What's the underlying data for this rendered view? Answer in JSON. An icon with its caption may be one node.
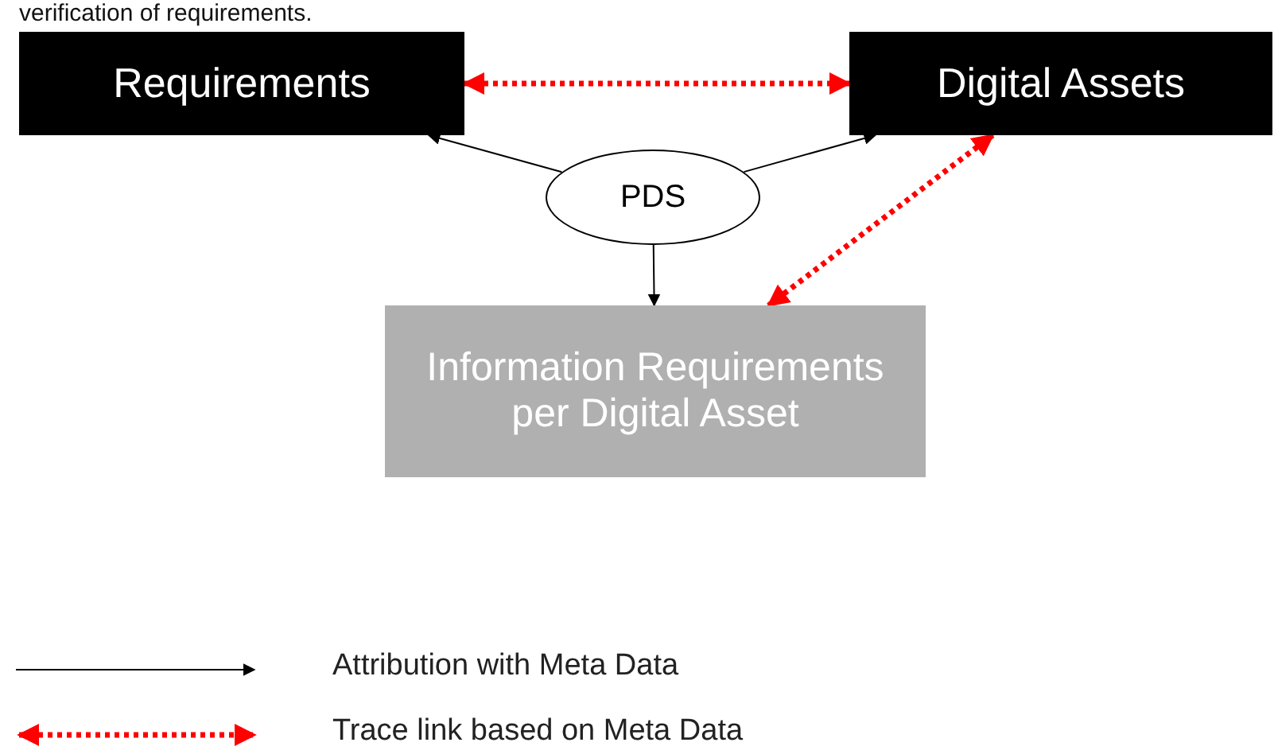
{
  "diagram": {
    "nodes": [
      {
        "text": [
          "Requirements"
        ]
      },
      {
        "text": [
          "Digital Assets"
        ]
      },
      {
        "text": [
          "PDS"
        ]
      },
      {
        "text": [
          "Information Requirements per Digital Asset"
        ]
      }
    ],
    "edges": [
      {
        "from": 2,
        "to": 0,
        "arrow": "to"
      },
      {
        "from": 2,
        "to": 1,
        "arrow": "to"
      },
      {
        "from": 2,
        "to": 3,
        "arrow": "to"
      },
      {
        "from": 0,
        "to": 1,
        "arrow": "both",
        "style": "dashed",
        "color": "#ff0000"
      },
      {
        "from": 1,
        "to": 3,
        "arrow": "both",
        "style": "dashed",
        "color": "#ff0000"
      }
    ],
    "labels": [
      "verification of requirements."
    ],
    "legend": [
      {
        "text": "Attribution with Meta Data"
      },
      {
        "text": "Trace link based on Meta Data"
      }
    ]
  }
}
